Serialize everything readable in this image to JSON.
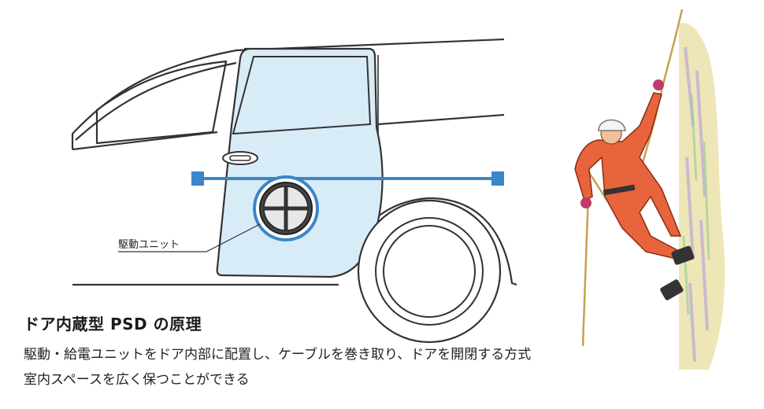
{
  "diagram": {
    "unit_label": "駆動ユニット",
    "title": "ドア内蔵型 PSD の原理",
    "description_line1": "駆動・給電ユニットをドア内部に配置し、ケーブルを巻き取り、ドアを開閉する方式",
    "description_line2": "室内スペースを広く保つことができる"
  },
  "colors": {
    "door_fill": "#d8ecf8",
    "cable": "#3a86c8",
    "outline": "#333333",
    "suit": "#e8643c"
  }
}
